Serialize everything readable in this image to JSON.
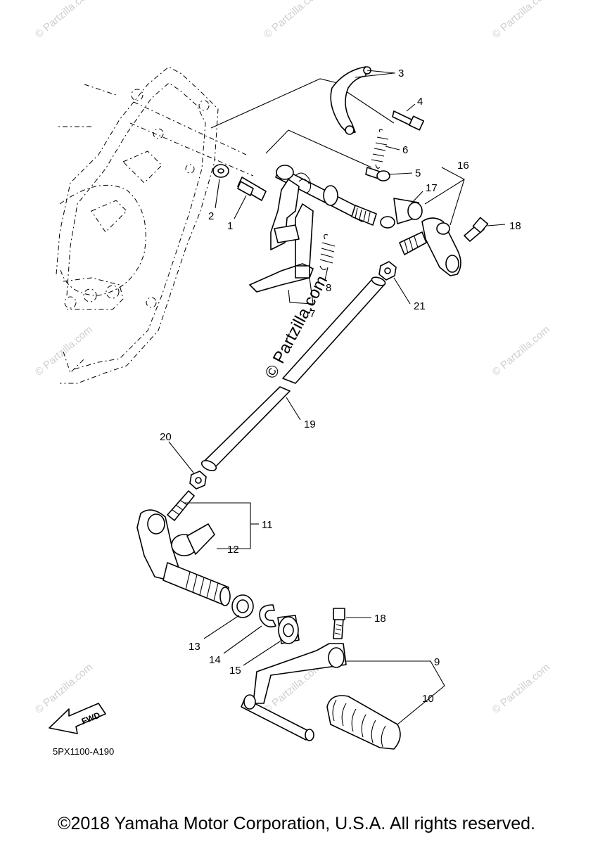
{
  "watermark": "© Partzilla.com",
  "center_watermark": "© Partzilla.com",
  "diagram_code": "5PX1100-A190",
  "fwd_label": "FWD",
  "copyright": "©2018 Yamaha Motor Corporation, U.S.A. All rights reserved.",
  "callouts": {
    "c1": "1",
    "c2": "2",
    "c3": "3",
    "c4": "4",
    "c5": "5",
    "c6": "6",
    "c7": "7",
    "c8": "8",
    "c9": "9",
    "c10": "10",
    "c11": "11",
    "c12": "12",
    "c13": "13",
    "c14": "14",
    "c15": "15",
    "c16": "16",
    "c17": "17",
    "c18a": "18",
    "c18b": "18",
    "c19": "19",
    "c20": "20",
    "c21": "21"
  }
}
